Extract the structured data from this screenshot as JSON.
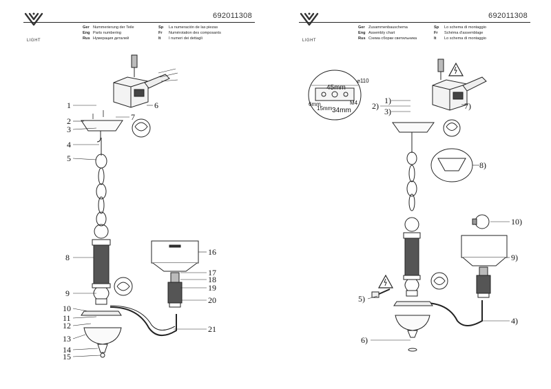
{
  "brand": {
    "logo_text": "LIGHT"
  },
  "left_page": {
    "code": "692011308",
    "captions": [
      {
        "lang": "Ger",
        "text": "Nummerierung der Teile"
      },
      {
        "lang": "Eng",
        "text": "Parts numbering"
      },
      {
        "lang": "Rus",
        "text": "Нумерация деталей"
      },
      {
        "lang": "Sp",
        "text": "La numeración de las piezas"
      },
      {
        "lang": "Fr",
        "text": "Numérotation des composants"
      },
      {
        "lang": "It",
        "text": "I numeri dei dettagli"
      }
    ],
    "part_numbers": [
      "1",
      "2",
      "3",
      "4",
      "5",
      "6",
      "7",
      "8",
      "9",
      "10",
      "11",
      "12",
      "13",
      "14",
      "15",
      "16",
      "17",
      "18",
      "19",
      "20",
      "21"
    ]
  },
  "right_page": {
    "code": "692011308",
    "captions": [
      {
        "lang": "Ger",
        "text": "Zusammenbauschema"
      },
      {
        "lang": "Eng",
        "text": "Assembly chart"
      },
      {
        "lang": "Rus",
        "text": "Схема сборки светильника"
      },
      {
        "lang": "Sp",
        "text": "Lo schema di montaggio"
      },
      {
        "lang": "Fr",
        "text": "Schéma d'assemblage"
      },
      {
        "lang": "It",
        "text": "Lo schema di montaggio"
      }
    ],
    "steps": [
      "1)",
      "2)",
      "3)",
      "4)",
      "5)",
      "6)",
      "7)",
      "8)",
      "9)",
      "10)"
    ],
    "detail_labels": {
      "diameter": "⌀110",
      "width_top": "45mm",
      "left_dim": "6mm",
      "mid_dim": "15mm",
      "bottom_dim": "34mm",
      "screw": "M4"
    }
  }
}
